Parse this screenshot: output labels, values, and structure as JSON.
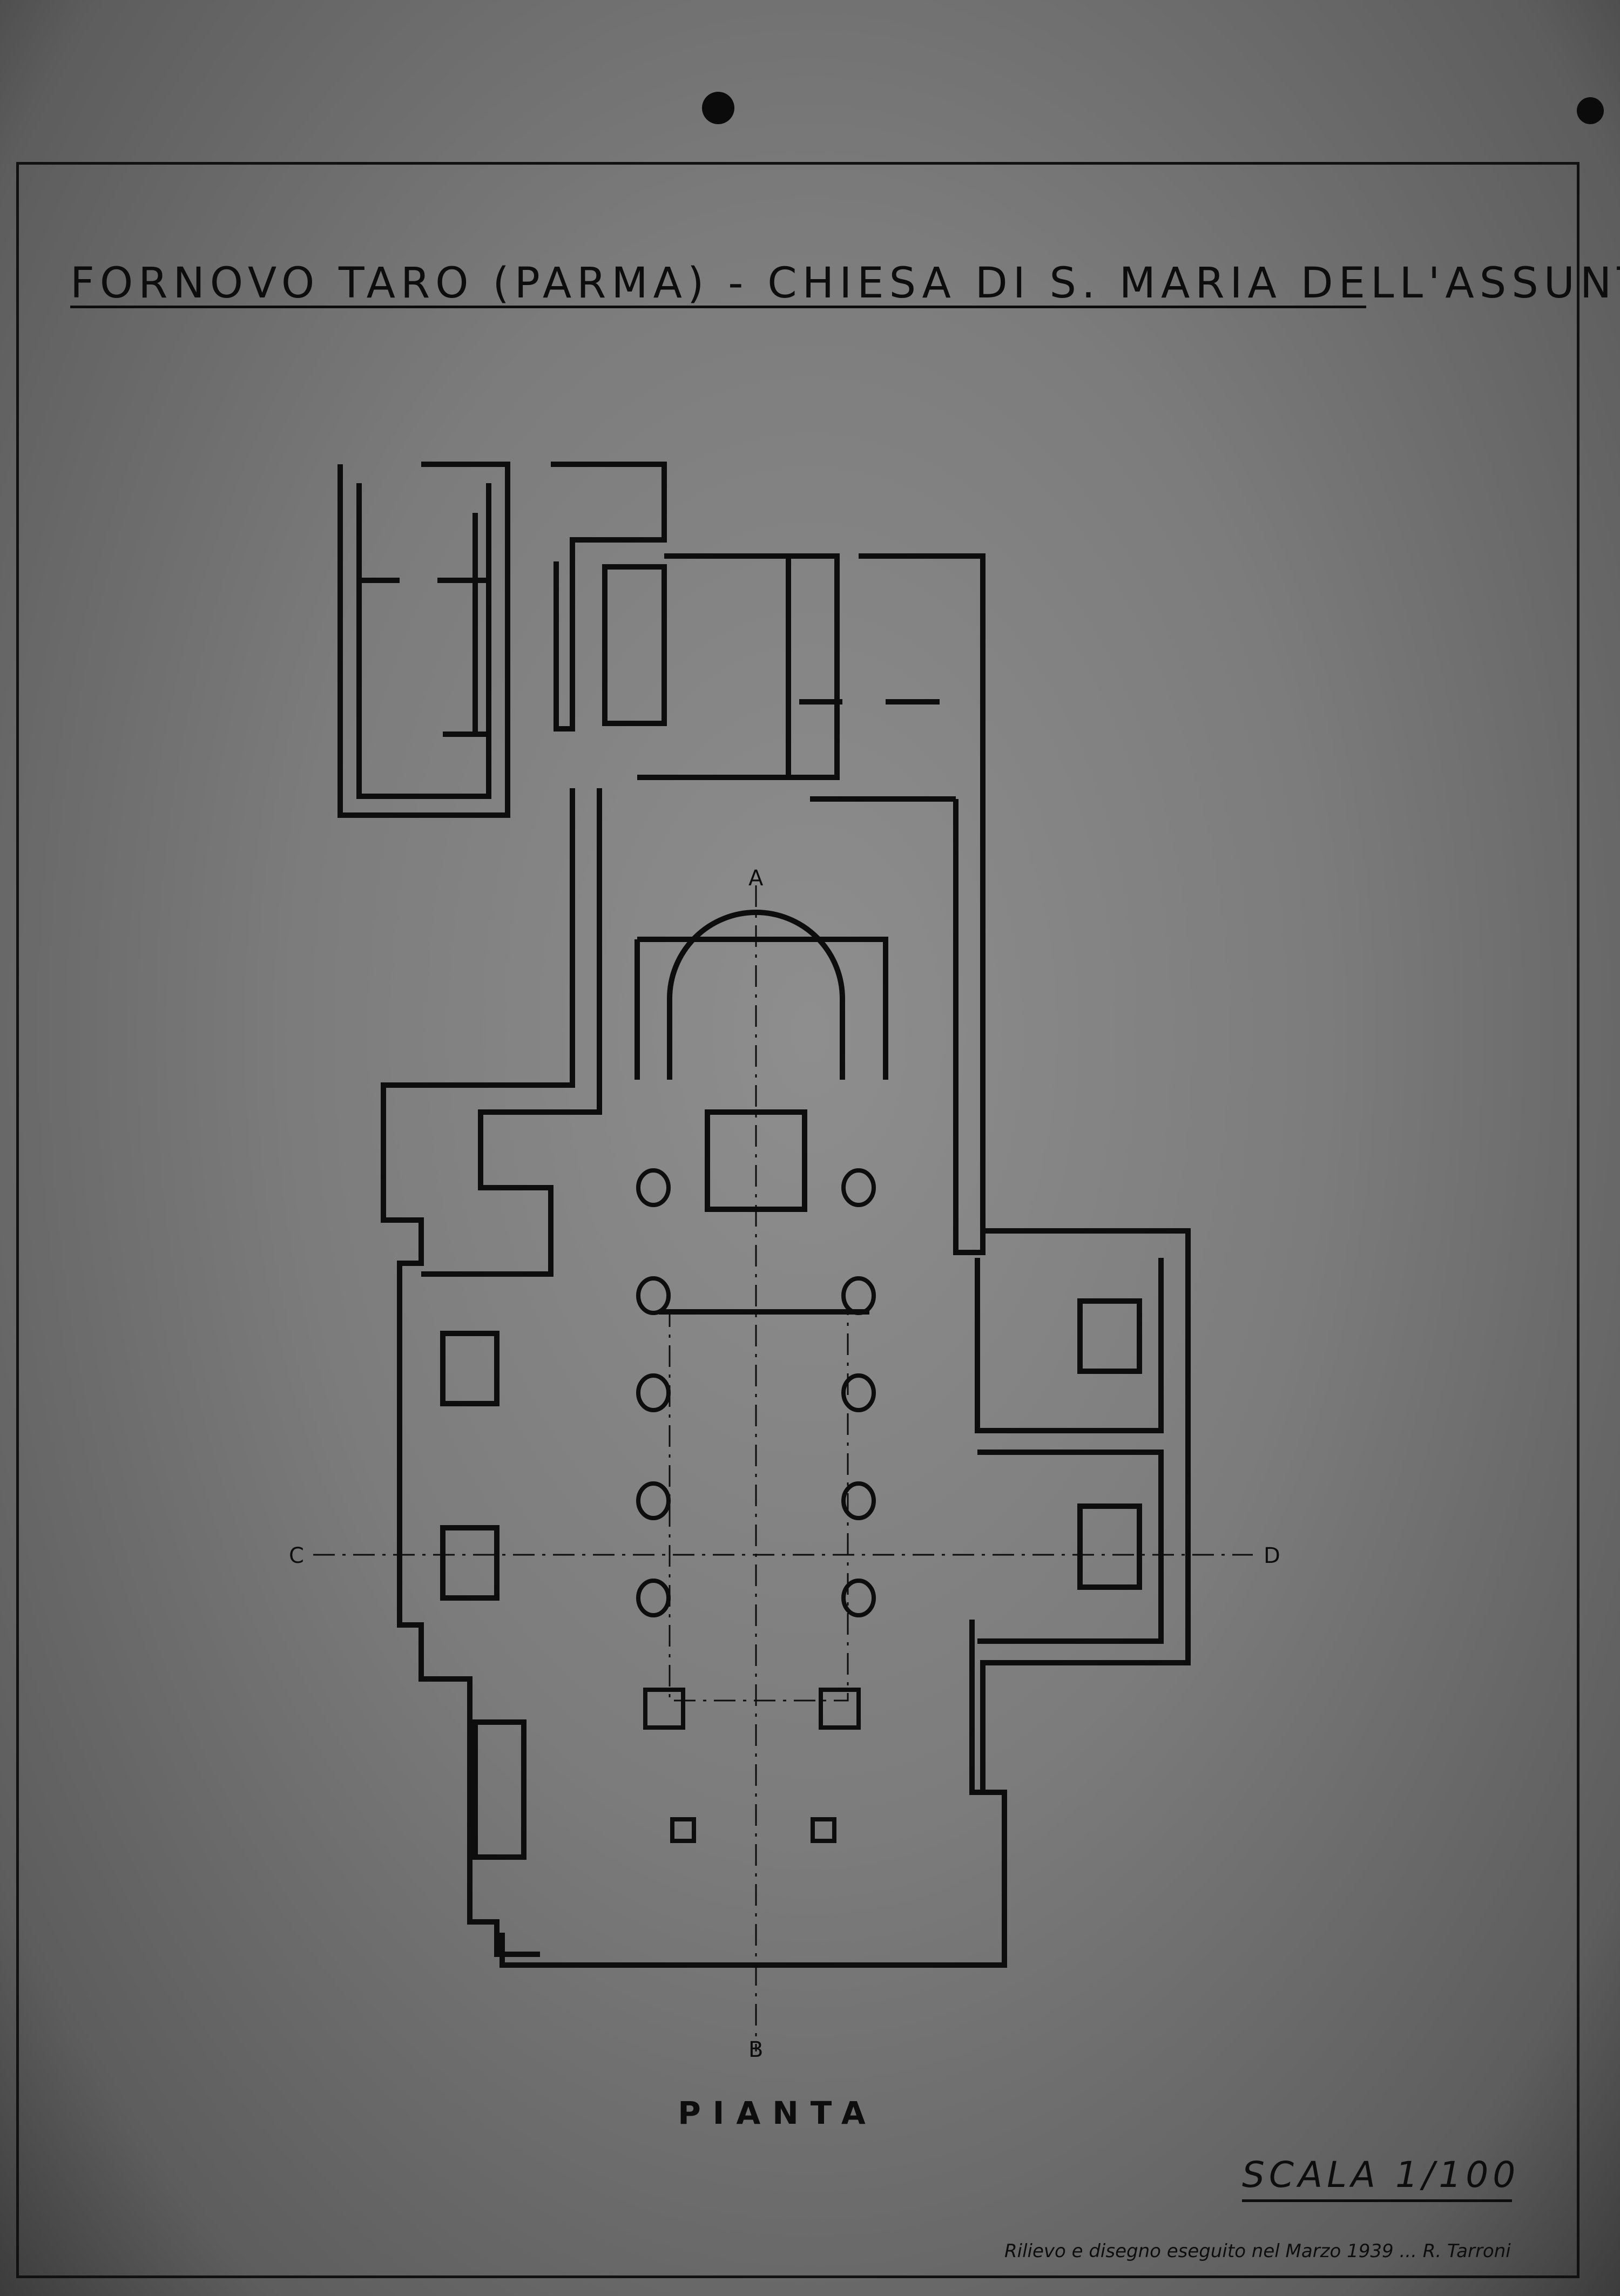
{
  "title": "FORNOVO TARO (PARMA) - CHIESA DI S. MARIA DELL'ASSUNTA",
  "subtitle": "PIANTA",
  "scale": "SCALA 1/100",
  "credit": "Rilievo e disegno eseguito nel Marzo 1939 ... R. Tarroni",
  "section_marks": {
    "top": "A",
    "bottom": "B",
    "left": "C",
    "right": "D"
  }
}
